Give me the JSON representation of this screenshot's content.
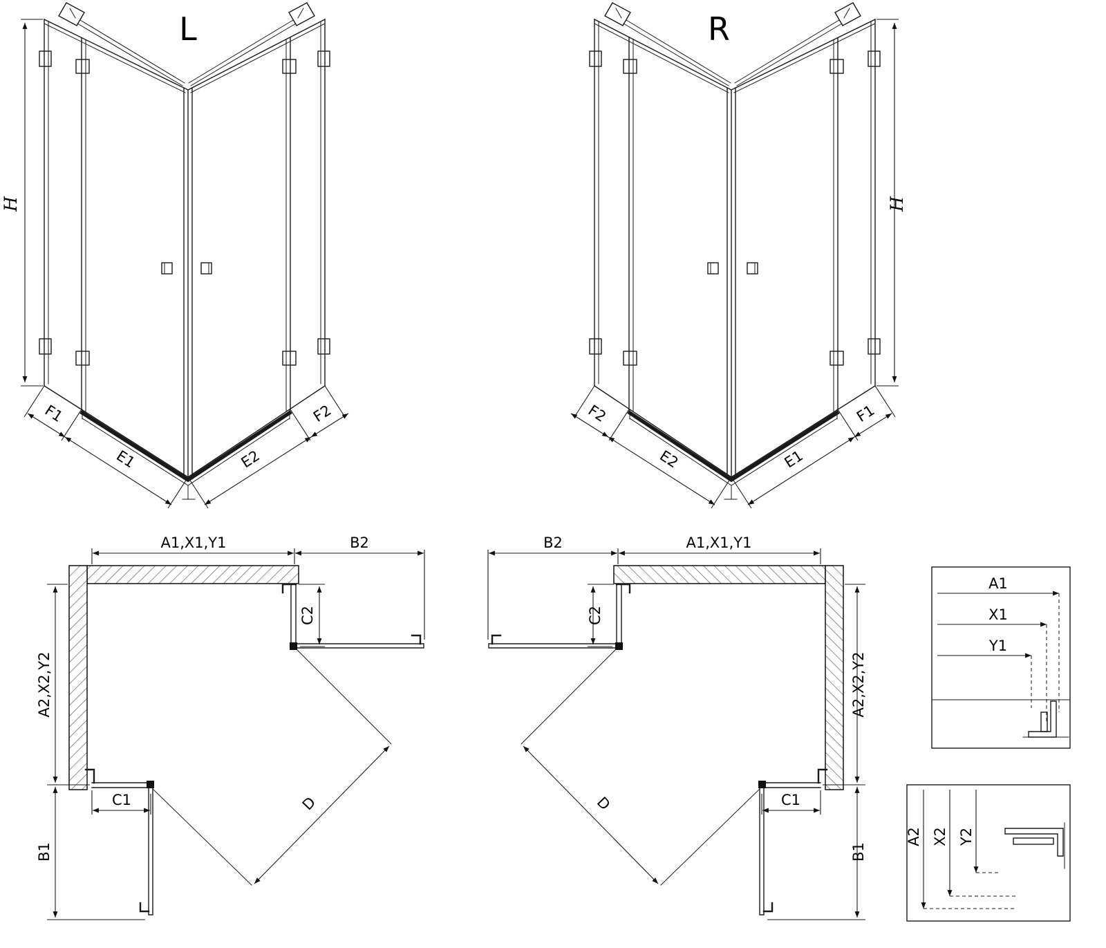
{
  "background": "#ffffff",
  "ink": "#1a1a1a",
  "views": {
    "iso_left": {
      "title": "L",
      "height_label": "H",
      "bottom_labels": [
        "F1",
        "E1",
        "E2",
        "F2"
      ]
    },
    "iso_right": {
      "title": "R",
      "height_label": "H",
      "bottom_labels": [
        "F2",
        "E2",
        "E1",
        "F1"
      ]
    },
    "plan_left": {
      "top_width_label": "A1,X1,Y1",
      "door_projection_label": "B2",
      "side_height_label": "A2,X2,Y2",
      "fixed_top_label": "C2",
      "fixed_bottom_label": "C1",
      "door_bottom_label": "B1",
      "diagonal_label": "D"
    },
    "plan_right": {
      "top_width_label": "A1,X1,Y1",
      "door_projection_label": "B2",
      "side_height_label": "A2,X2,Y2",
      "fixed_top_label": "C2",
      "fixed_bottom_label": "C1",
      "door_bottom_label": "B1",
      "diagonal_label": "D"
    },
    "detail_widths": {
      "labels": [
        "A1",
        "X1",
        "Y1"
      ]
    },
    "detail_depths": {
      "labels": [
        "A2",
        "X2",
        "Y2"
      ]
    }
  }
}
